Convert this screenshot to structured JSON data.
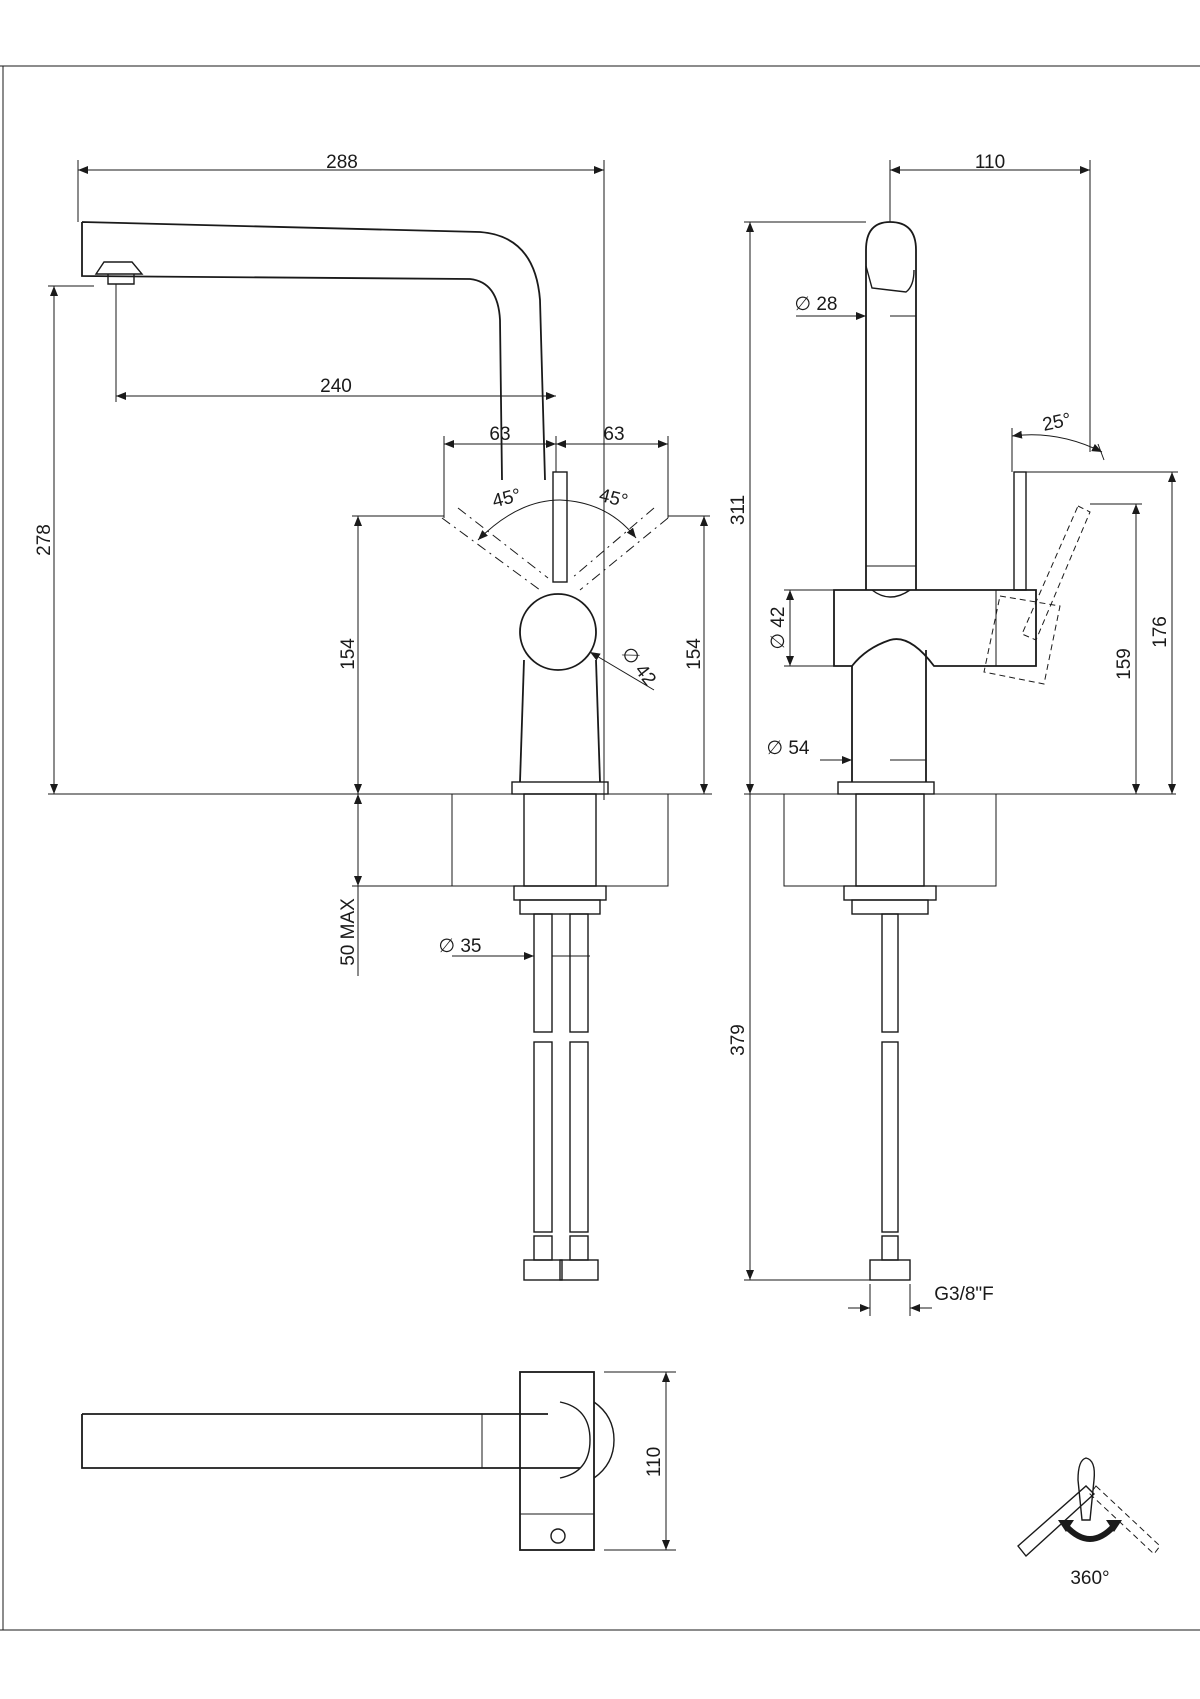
{
  "colors": {
    "line": "#1a1a1a",
    "paper": "#ffffff"
  },
  "front_view": {
    "width_288": "288",
    "spout_240": "240",
    "height_278": "278",
    "lever_left_63": "63",
    "lever_right_63": "63",
    "angle_left": "45°",
    "angle_right": "45°",
    "height_154_left": "154",
    "height_154_right": "154",
    "body_dia": "∅ 42",
    "deck_50max": "50 MAX",
    "shank_dia": "∅ 35"
  },
  "side_view": {
    "width_110": "110",
    "height_311": "311",
    "spout_dia": "∅ 28",
    "lever_angle": "25°",
    "body_dia": "∅ 42",
    "base_dia": "∅ 54",
    "height_159": "159",
    "height_176": "176",
    "hose_379": "379",
    "connector": "G3/8\"F"
  },
  "top_view": {
    "depth_110": "110"
  },
  "rotation_symbol": {
    "label": "360°",
    "icon": "swivel-rotation-icon"
  }
}
